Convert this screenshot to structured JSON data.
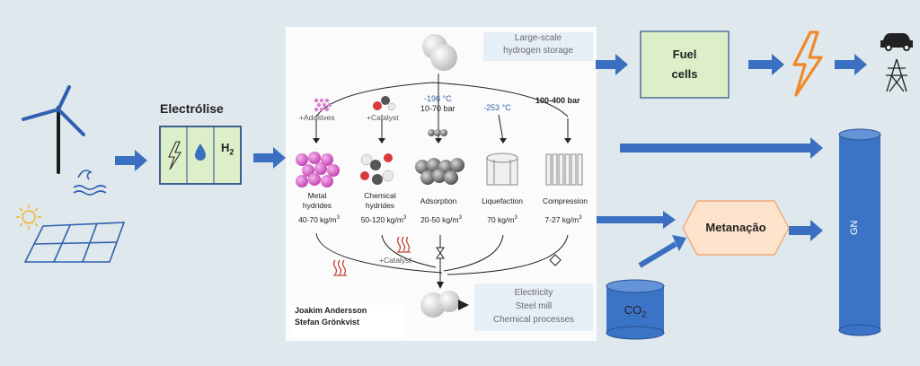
{
  "electrolise": {
    "title": "Electrólise",
    "h2": "H",
    "h2_sub": "2"
  },
  "storage": {
    "line1": "Large-scale",
    "line2": "hydrogen storage"
  },
  "fuel_cells": {
    "line1": "Fuel",
    "line2": "cells"
  },
  "metanacao": {
    "label": "Metanação"
  },
  "co2": {
    "main": "CO",
    "sub": "2"
  },
  "gn": {
    "label": "GN"
  },
  "end_uses": {
    "line1": "Electricity",
    "line2": "Steel mill",
    "line3": "Chemical processes"
  },
  "authors": {
    "line1": "Joakim Andersson",
    "line2": "Stefan Grönkvist"
  },
  "additives": "+Additives",
  "catalyst_top": "+Catalyst",
  "catalyst_bottom": "+Catalyst",
  "cond_adsorption_temp": "-196 °C",
  "cond_adsorption_pressure": "10-70 bar",
  "cond_liquefaction": "-253 °C",
  "cond_compression": "100-400 bar",
  "methods": [
    {
      "name1": "Metal",
      "name2": "hydrides",
      "density": "40-70 kg/m",
      "sup": "3"
    },
    {
      "name1": "Chemical",
      "name2": "hydrides",
      "density": "50-120 kg/m",
      "sup": "3"
    },
    {
      "name1": "Adsorption",
      "name2": "",
      "density": "20-50 kg/m",
      "sup": "3"
    },
    {
      "name1": "Liquefaction",
      "name2": "",
      "density": "70 kg/m",
      "sup": "3"
    },
    {
      "name1": "Compression",
      "name2": "",
      "density": "7-27 kg/m",
      "sup": "3"
    }
  ],
  "colors": {
    "background": "#dfe8ec",
    "arrow": "#3a6fc1",
    "box_green": "#dcefc8",
    "metanacao": "#fde3cc",
    "tank": "#3b73c6",
    "lightning": "#f0892a"
  }
}
